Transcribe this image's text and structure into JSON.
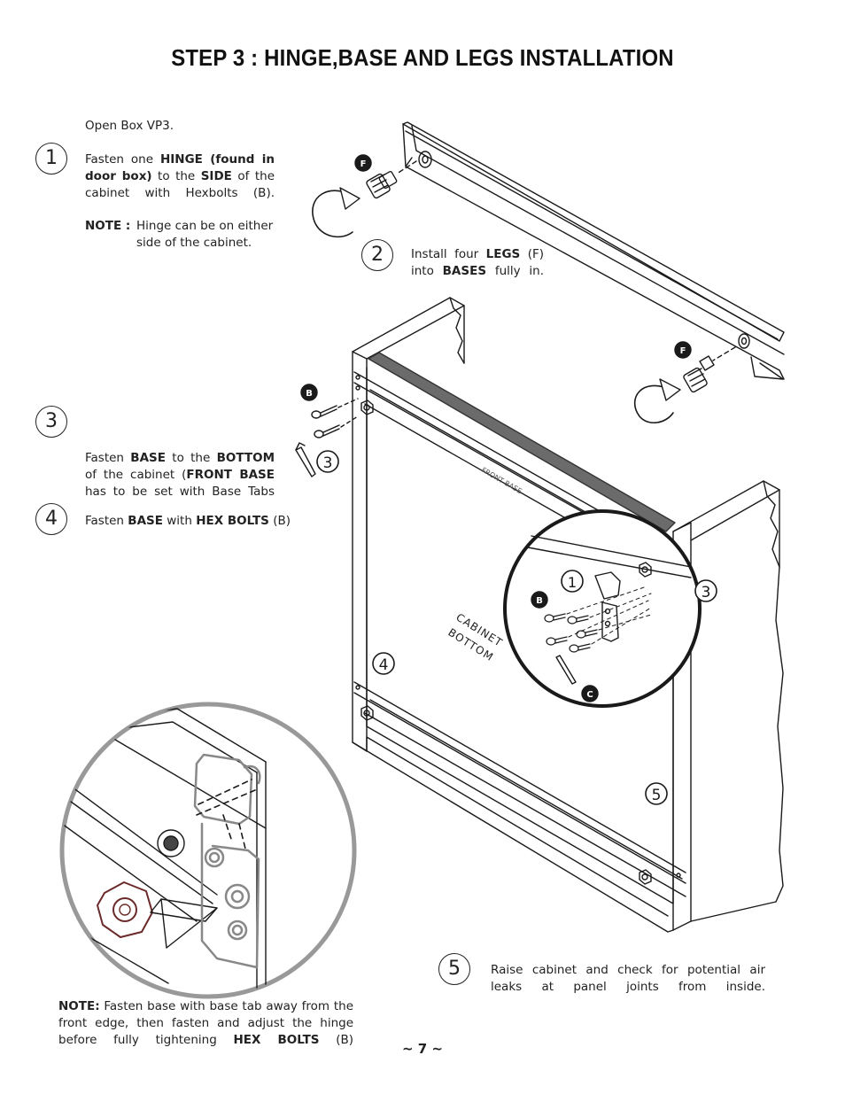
{
  "page": {
    "title": "STEP 3 :  HINGE,BASE AND  LEGS INSTALLATION",
    "page_number": "~ 7 ~"
  },
  "intro": {
    "open_box": "Open Box VP3."
  },
  "steps": [
    {
      "number": "1",
      "parts": [
        "Fasten  one ",
        "HINGE (found in door box)",
        " to the ",
        "SIDE",
        " of the cabinet with Hexbolts (B)."
      ],
      "note_label": "NOTE :",
      "note_text": "Hinge can be on either side of the cabinet."
    },
    {
      "number": "2",
      "parts": [
        "Install four ",
        "LEGS",
        " (F) into ",
        "BASES",
        " fully in."
      ]
    },
    {
      "number": "3",
      "parts": [
        "Fasten ",
        "BASE",
        " to the ",
        "BOTTOM",
        " of the cabinet (",
        "FRONT BASE",
        " has to be set with Base Tabs"
      ]
    },
    {
      "number": "4",
      "parts": [
        "Fasten ",
        "BASE",
        " with ",
        "HEX BOLTS",
        " (B)"
      ]
    },
    {
      "number": "5",
      "text": "Raise cabinet and check for potential air leaks at panel joints from inside."
    }
  ],
  "bottom_note": {
    "label": "NOTE:",
    "text_1": " Fasten base with base tab away from the front edge, then fasten and adjust the hinge before fully tightening ",
    "bold": "HEX BOLTS",
    "text_2": " (B)"
  },
  "diagram": {
    "part_labels": {
      "legs": "F",
      "hexbolts": "B",
      "hinge_screws": "C"
    },
    "callouts": {
      "hinge": "1",
      "side": "3",
      "base": "4",
      "raise": "5",
      "hexkey": "3"
    },
    "panel_labels": {
      "front_base": "FRONT BASE",
      "cabinet": "CABINET",
      "bottom": "BOTTOM"
    }
  },
  "colors": {
    "ink": "#1a1a1a",
    "detail_ring": "#999999",
    "tab_band": "#666666"
  }
}
